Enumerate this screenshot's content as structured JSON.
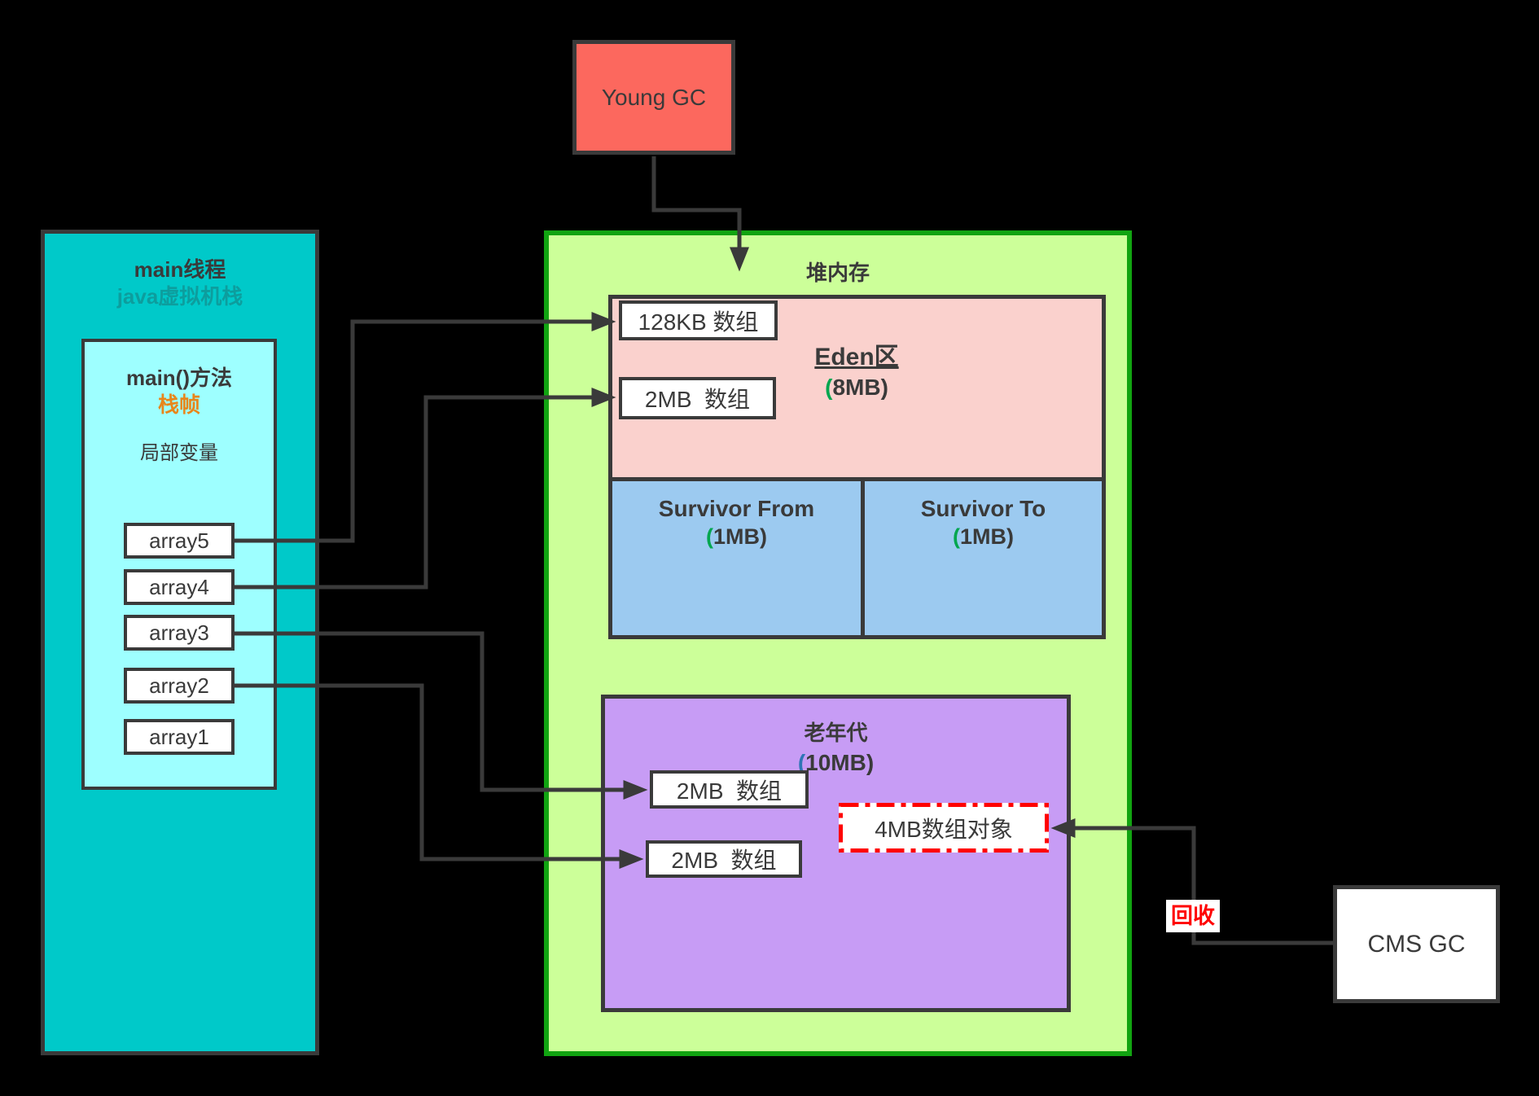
{
  "colors": {
    "background": "#000000",
    "outline": "#3A3A3A",
    "young_gc_fill": "#FC685E",
    "thread_fill": "#00C9C9",
    "thread_subtitle_text": "#0D9D9D",
    "frame_fill": "#9EFFFF",
    "stack_frame_accent": "#E8861B",
    "heap_fill": "#CCFF99",
    "heap_border": "#11A411",
    "eden_fill": "#FAD1CD",
    "survivor_fill": "#9CCAF0",
    "old_gen_fill": "#C79CF5",
    "paren_green": "#00A64F",
    "paren_blue": "#2E75B6",
    "alert_red": "#FF0000"
  },
  "young_gc": {
    "label": "Young GC"
  },
  "main_thread": {
    "title": "main线程",
    "subtitle": "java虚拟机栈"
  },
  "stack_frame": {
    "title": "main()方法",
    "subtitle": "栈帧",
    "section_label": "局部变量",
    "variables": [
      "array5",
      "array4",
      "array3",
      "array2",
      "array1"
    ]
  },
  "heap": {
    "title": "堆内存",
    "eden": {
      "title": "Eden区",
      "size": {
        "open": "(",
        "value": "8MB",
        "close": ")"
      },
      "objects": [
        "128KB 数组",
        "2MB  数组"
      ]
    },
    "survivor_from": {
      "title": "Survivor From",
      "size": {
        "open": "(",
        "value": "1MB",
        "close": ")"
      }
    },
    "survivor_to": {
      "title": "Survivor To",
      "size": {
        "open": "(",
        "value": "1MB",
        "close": ")"
      }
    },
    "old_gen": {
      "title": "老年代",
      "size": {
        "open": "(",
        "value": "10MB",
        "close": ")"
      },
      "objects": [
        "2MB  数组",
        "2MB  数组"
      ],
      "pending_object": "4MB数组对象"
    }
  },
  "cms_gc": {
    "label": "CMS GC"
  },
  "recycle_label": "回收"
}
